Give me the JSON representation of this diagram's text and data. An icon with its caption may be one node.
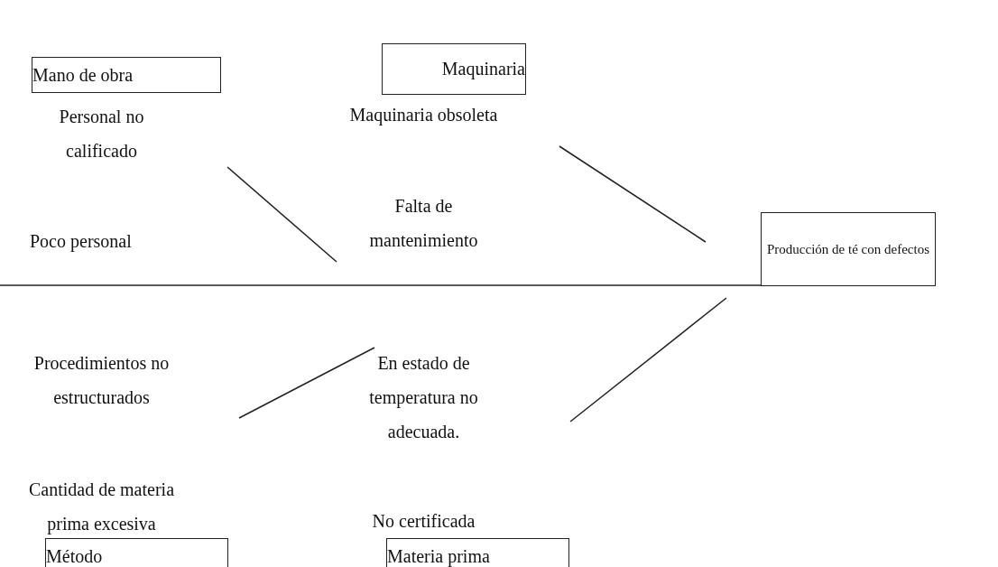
{
  "diagram": {
    "nodes": [
      {
        "text": [
          "Mano de obra"
        ]
      },
      {
        "text": [
          "Maquinaria"
        ]
      },
      {
        "text": [
          "Producción de té con defectos"
        ]
      },
      {
        "text": [
          "Método"
        ]
      },
      {
        "text": [
          "Materia prima"
        ]
      }
    ],
    "edges": [
      {
        "from": null,
        "to": 2,
        "arrow": "none"
      }
    ],
    "labels": [
      "Personal no calificado",
      "Maquinaria obsoleta",
      "Falta de mantenimiento",
      "Poco personal",
      "Procedimientos no estructurados",
      "En estado de temperatura no adecuada.",
      "Cantidad de materia prima excesiva",
      "No certificada"
    ]
  }
}
